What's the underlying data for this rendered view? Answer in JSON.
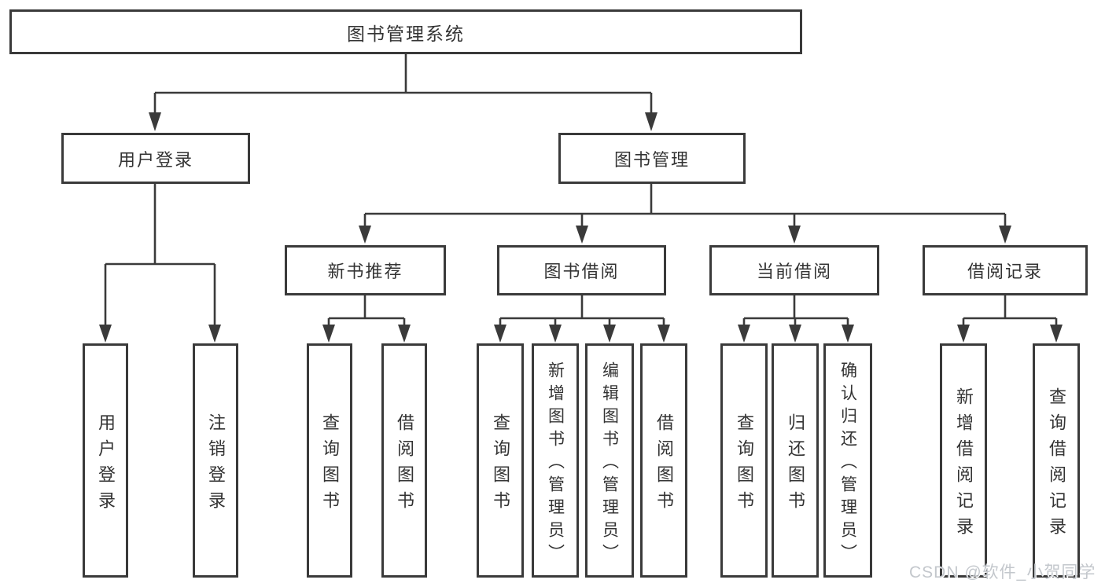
{
  "diagram_title": "图书管理系统",
  "colors": {
    "line": "#3a3a3a",
    "box_border": "#3a3a3a",
    "text": "#333333",
    "background": "#ffffff",
    "watermark": "#c3c7cc"
  },
  "nodes": {
    "root": "图书管理系统",
    "user_login": "用户登录",
    "book_management": "图书管理",
    "new_book_recommend": "新书推荐",
    "book_borrowing": "图书借阅",
    "current_borrowing": "当前借阅",
    "borrowing_records": "借阅记录",
    "leaves": {
      "user_login_branch": [
        "用户登录",
        "注销登录"
      ],
      "new_book_branch": [
        "查询图书",
        "借阅图书"
      ],
      "book_borrowing_branch": [
        "查询图书",
        "新增图书（管理员）",
        "编辑图书（管理员）",
        "借阅图书"
      ],
      "current_borrowing_branch": [
        "查询图书",
        "归还图书",
        "确认归还（管理员）"
      ],
      "borrowing_records_branch": [
        "新增借阅记录",
        "查询借阅记录"
      ]
    }
  },
  "watermark": {
    "text": "CSDN @软件_小贺同学"
  }
}
